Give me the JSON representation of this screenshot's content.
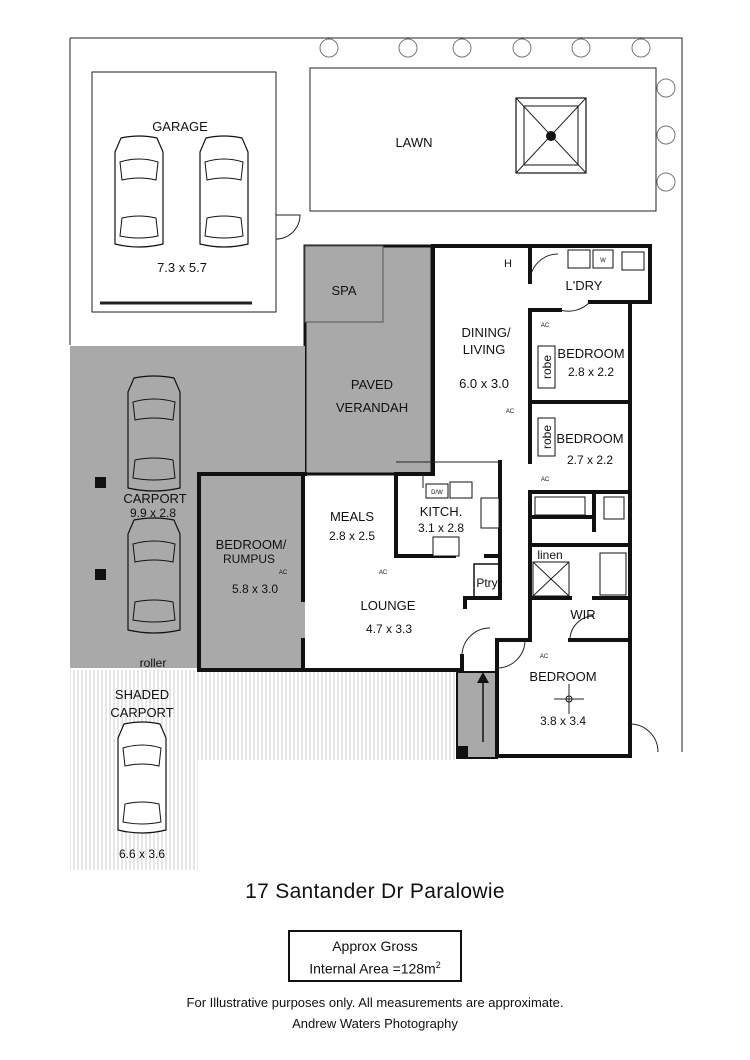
{
  "rooms": {
    "garage": {
      "name": "GARAGE",
      "size": "7.3 x 5.7"
    },
    "lawn": {
      "name": "LAWN"
    },
    "spa": {
      "name": "SPA"
    },
    "verandah": {
      "name_line1": "PAVED",
      "name_line2": "VERANDAH"
    },
    "carport": {
      "name": "CARPORT",
      "size": "9.9 x 2.8",
      "door": "roller"
    },
    "shaded_carport": {
      "name_line1": "SHADED",
      "name_line2": "CARPORT",
      "size": "6.6 x 3.6"
    },
    "dining_living": {
      "name_line1": "DINING/",
      "name_line2": "LIVING",
      "size": "6.0 x 3.0"
    },
    "laundry": {
      "name": "L'DRY"
    },
    "bedroom2": {
      "name": "BEDROOM",
      "size": "2.8 x 2.2",
      "robe": "robe"
    },
    "bedroom3": {
      "name": "BEDROOM",
      "size": "2.7 x 2.2",
      "robe": "robe"
    },
    "meals": {
      "name": "MEALS",
      "size": "2.8 x 2.5"
    },
    "kitchen": {
      "name": "KITCH.",
      "size": "3.1 x 2.8",
      "pantry": "Ptry",
      "dishwasher": "D/W"
    },
    "rumpus": {
      "name_line1": "BEDROOM/",
      "name_line2": "RUMPUS",
      "size": "5.8 x 3.0"
    },
    "lounge": {
      "name": "LOUNGE",
      "size": "4.7 x 3.3"
    },
    "linen": {
      "name": "linen"
    },
    "wir": {
      "name": "WIR"
    },
    "master": {
      "name": "BEDROOM",
      "size": "3.8 x 3.4"
    }
  },
  "symbols": {
    "ac": "AC",
    "heater": "H",
    "washer": "W"
  },
  "address": "17 Santander Dr Paralowie",
  "area": {
    "line1": "Approx Gross",
    "line2_prefix": "Internal Area =128m",
    "line2_sup": "2"
  },
  "disclaimer": {
    "line1": "For Illustrative purposes only.  All measurements are approximate.",
    "line2": "Andrew Waters Photography"
  },
  "colors": {
    "shaded_area": "#a9a9a9",
    "wall": "#111111"
  }
}
